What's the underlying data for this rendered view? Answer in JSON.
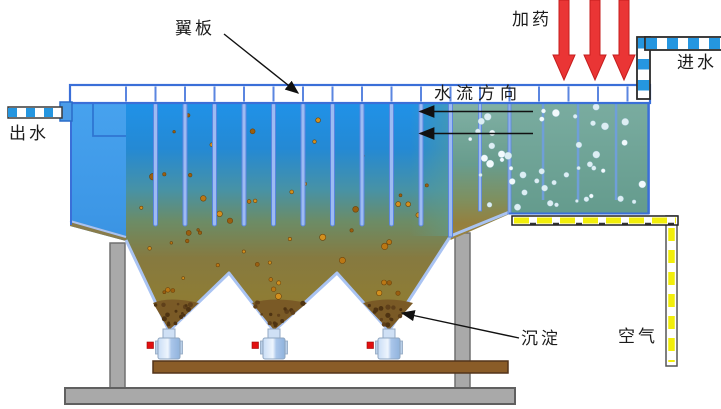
{
  "diagram": {
    "labels": {
      "wing_plate": "翼板",
      "dosing": "加药",
      "inlet_water": "进水",
      "flow_direction": "水流方向",
      "outlet_water": "出水",
      "sediment": "沉淀",
      "air": "空气"
    },
    "colors": {
      "water_surface_blue": "#2092e8",
      "water_bottom_brown": "#8a7332",
      "outlet_chamber_blue": "#45a1ee",
      "aeration_chamber_green": "#6ea79a",
      "wing_plate_fill": "#9dbbf2",
      "tank_border_blue": "#3a6fd8",
      "dosing_arrow_red": "#ea3535",
      "pipe_stripe_blue": "#2596e0",
      "air_pipe_yellow": "#f2ee0a",
      "sludge_brown": "#7a5a26",
      "pebble_dark_brown": "#4e3312",
      "particle_brown": "#bb7714",
      "bubble_white": "#ddeef3",
      "support_gray": "#a9a9a9",
      "beam_brown": "#8a5c28",
      "valve_red_handle": "#e21010"
    },
    "decor": {
      "bubble_count": 46,
      "particle_count": 52,
      "pebbles_per_hopper": 16
    }
  }
}
